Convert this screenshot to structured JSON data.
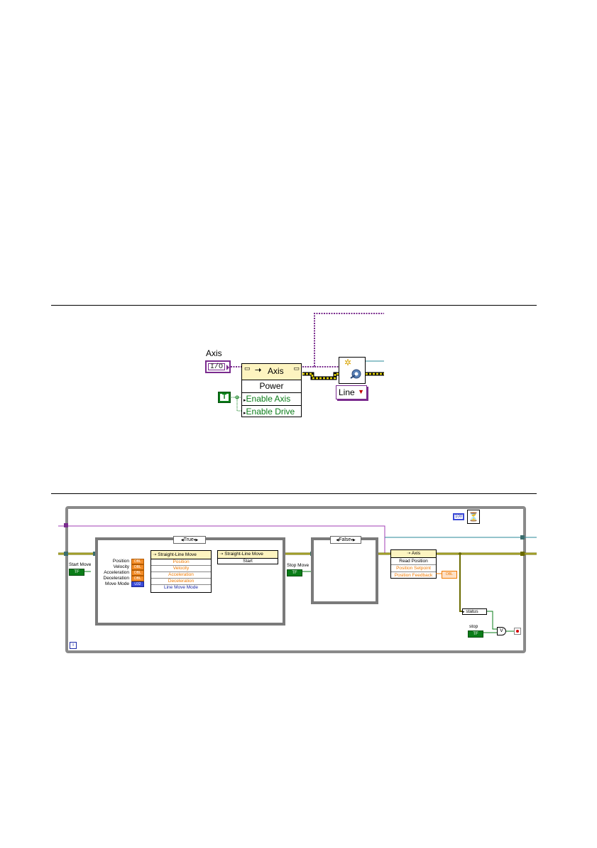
{
  "fig1": {
    "axis_label": "Axis",
    "io_const": "I/O",
    "node_title": "Axis",
    "node_method": "Power",
    "node_props": [
      "Enable Axis",
      "Enable Drive"
    ],
    "bool_const": "T",
    "line_enum": "Line"
  },
  "fig2": {
    "case1_selector": "True",
    "case2_selector": "False",
    "start_move_label": "Start Move",
    "stop_move_label": "Stop Move",
    "bool_const": "TF",
    "inputs": [
      "Position",
      "Velocity",
      "Acceleration",
      "Deceleration",
      "Move Mode"
    ],
    "dbl_const": "DBL",
    "u32_const": "U32",
    "node_slm_title": "Straight-Line Move",
    "node_slm_props": [
      "Position",
      "Velocity",
      "Acceleration",
      "Deceleration",
      "Line Move Mode"
    ],
    "node_slm2_title": "Straight-Line Move",
    "node_slm2_method": "Start",
    "node_axis_title": "Axis",
    "node_axis_method": "Read Position",
    "node_axis_props": [
      "Position Setpoint",
      "Position Feedback"
    ],
    "wait_const": "100",
    "status_label": "status",
    "stop_label": "stop",
    "or_label": "V",
    "iteration": "i"
  }
}
